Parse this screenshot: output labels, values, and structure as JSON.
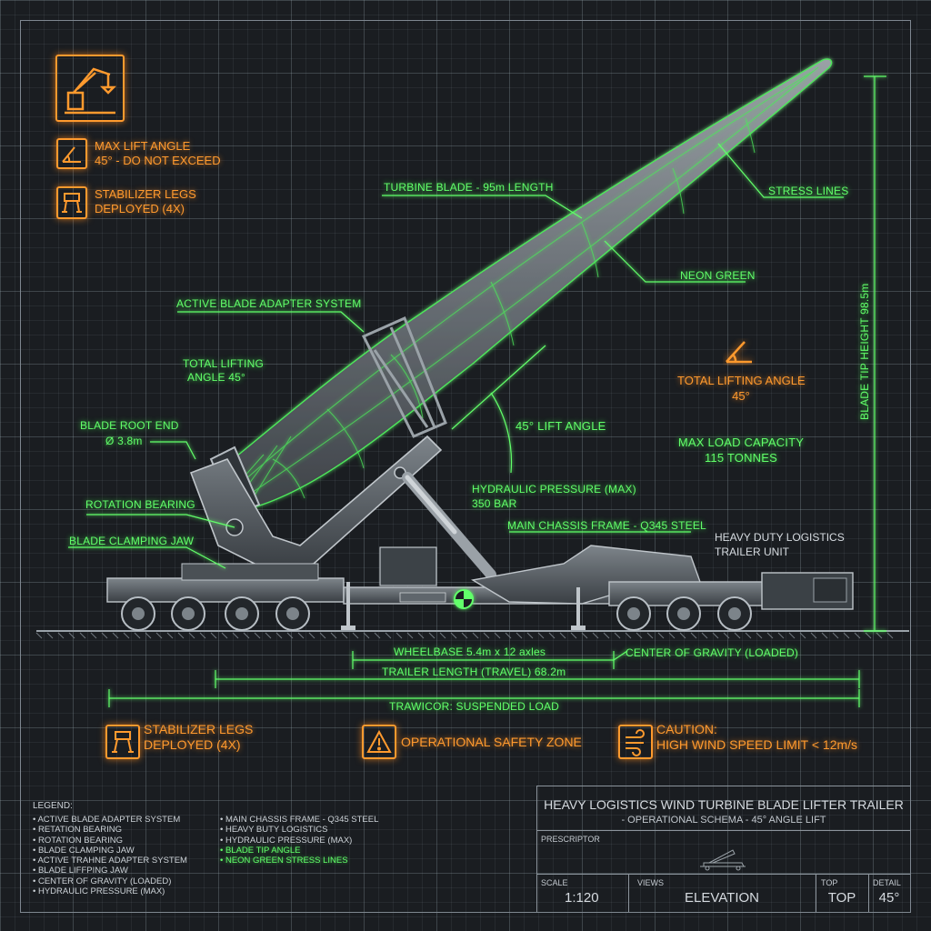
{
  "callouts": {
    "turbine_blade": "TURBINE BLADE - 95m LENGTH",
    "stress_lines": "STRESS LINES",
    "neon_green": "NEON GREEN",
    "active_adapter": "ACTIVE BLADE ADAPTER SYSTEM",
    "total_lifting_angle_1": "TOTAL LIFTING",
    "total_lifting_angle_2": "ANGLE 45°",
    "blade_root_1": "BLADE ROOT END",
    "blade_root_2": "Ø 3.8m",
    "rotation_bearing": "ROTATION BEARING",
    "blade_clamping_jaw": "BLADE CLAMPING JAW",
    "lift_angle": "45° LIFT ANGLE",
    "hydraulic_1": "HYDRAULIC PRESSURE (MAX)",
    "hydraulic_2": "350 BAR",
    "main_chassis": "MAIN CHASSIS FRAME - Q345 STEEL",
    "max_load_1": "MAX LOAD CAPACITY",
    "max_load_2": "115 TONNES",
    "blade_tip_height": "BLADE TIP HEIGHT 98.5m",
    "wheelbase": "WHEELBASE 5.4m x 12 axles",
    "center_of_gravity": "CENTER OF GRAVITY (LOADED)",
    "trailer_length": "TRAILER LENGTH (TRAVEL) 68.2m",
    "trawicor": "TRAWICOR: SUSPENDED LOAD"
  },
  "white_labels": {
    "heavy_duty_1": "HEAVY DUTY LOGISTICS",
    "heavy_duty_2": "TRAILER UNIT"
  },
  "warnings": {
    "max_lift_1": "MAX LIFT ANGLE",
    "max_lift_2": "45° - DO NOT EXCEED",
    "stabilizer_top_1": "STABILIZER LEGS",
    "stabilizer_top_2": "DEPLOYED (4X)",
    "total_lifting_1": "TOTAL LIFTING ANGLE",
    "total_lifting_2": "45°",
    "stabilizer_bottom_1": "STABILIZER LEGS",
    "stabilizer_bottom_2": "DEPLOYED (4X)",
    "safety_zone": "OPERATIONAL SAFETY ZONE",
    "caution_1": "CAUTION:",
    "caution_2": "HIGH WIND SPEED LIMIT < 12m/s"
  },
  "legend": {
    "title": "LEGEND:",
    "col1": [
      "ACTIVE BLADE ADAPTER SYSTEM",
      "RETATION BEARING",
      "ROTATION BEARING",
      "BLADE CLAMPING JAW",
      "ACTIVE TRAHNE ADAPTER SYSTEM",
      "BLADE LIFFPING JAW",
      "CENTER OF GRAVITY (LOADED)",
      "HYDRAULIC PRESSURE (MAX)"
    ],
    "col2": [
      "MAIN CHASSIS FRAME - Q345 STEEL",
      "HEAVY BUTY LOGISTICS",
      "HYDRAULIC PRESSURE (MAX)",
      "BLADE TIP ANGLE",
      "NEON GREEN STRESS LINES"
    ],
    "col2_green_from": 3
  },
  "title_block": {
    "title": "HEAVY LOGISTICS WIND TURBINE BLADE LIFTER TRAILER",
    "subtitle": "- OPERATIONAL SCHEMA - 45° ANGLE LIFT",
    "prescriptor_label": "PRESCRIPTOR",
    "scale_label": "SCALE",
    "scale_value": "1:120",
    "views_label": "VIEWS",
    "views_value": "ELEVATION",
    "top_label": "TOP",
    "top_value": "TOP",
    "detail_label": "DETAIL",
    "detail_value": "45°"
  },
  "colors": {
    "neon_green": "#62ff6a",
    "warning_orange": "#ff9a2e",
    "background": "#1a1d21",
    "steel": "#6f757a"
  },
  "icons": [
    "crane-icon",
    "angle-icon",
    "stabilizer-icon",
    "warning-triangle-icon",
    "wind-icon"
  ]
}
